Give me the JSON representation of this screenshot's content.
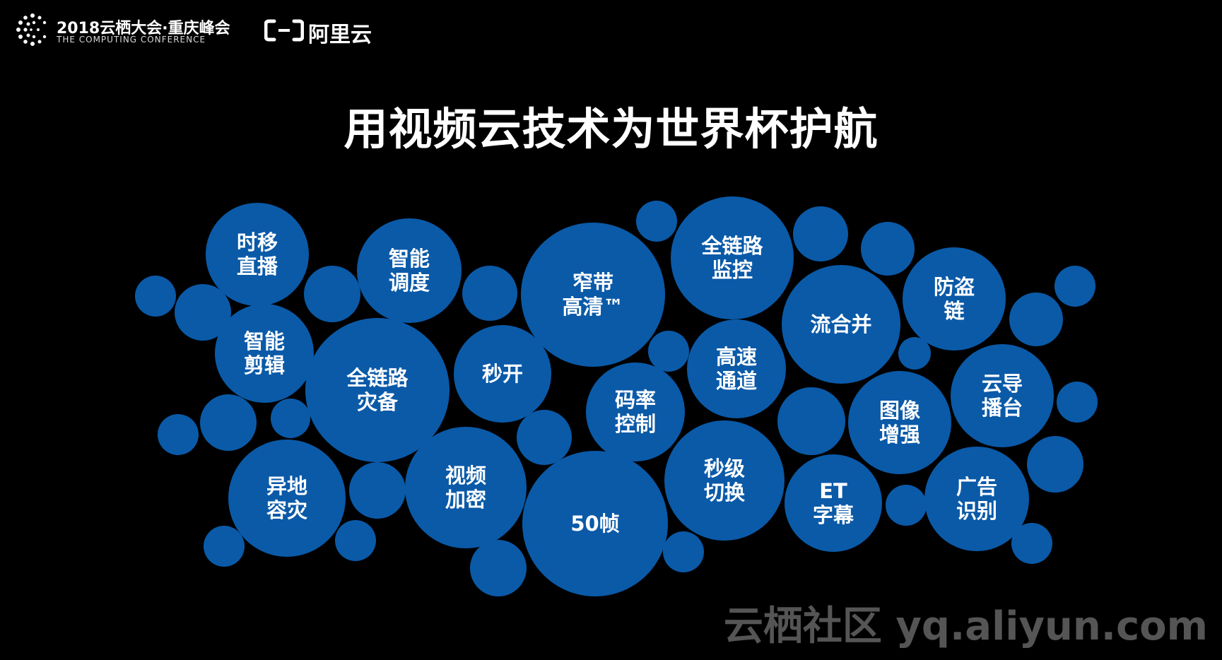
{
  "header": {
    "conference_title": "2018云栖大会·重庆峰会",
    "conference_subtitle": "THE COMPUTING CONFERENCE",
    "brand_name": "阿里云"
  },
  "title": "用视频云技术为世界杯护航",
  "bubbles": [
    {
      "id": "shiyi-zhibo",
      "label": "时移\n直播"
    },
    {
      "id": "zhineng-diaodu",
      "label": "智能\n调度"
    },
    {
      "id": "zhaidai-gaoqing",
      "label": "窄带\n高清™"
    },
    {
      "id": "quanlianlu-jiankong",
      "label": "全链路\n监控"
    },
    {
      "id": "liuhebing",
      "label": "流合并"
    },
    {
      "id": "fangdaolian",
      "label": "防盗\n链"
    },
    {
      "id": "zhineng-jianji",
      "label": "智能\n剪辑"
    },
    {
      "id": "quanlianlu-zaibei",
      "label": "全链路\n灾备"
    },
    {
      "id": "miaokai",
      "label": "秒开"
    },
    {
      "id": "malv-kongzhi",
      "label": "码率\n控制"
    },
    {
      "id": "gaosu-tongdao",
      "label": "高速\n通道"
    },
    {
      "id": "tuxiang-zengqiang",
      "label": "图像\n增强"
    },
    {
      "id": "yundao-botai",
      "label": "云导\n播台"
    },
    {
      "id": "yidi-rongzai",
      "label": "异地\n容灾"
    },
    {
      "id": "shipin-jiami",
      "label": "视频\n加密"
    },
    {
      "id": "50zhen",
      "label": "50帧"
    },
    {
      "id": "miaoji-qiehuan",
      "label": "秒级\n切换"
    },
    {
      "id": "et-zimu",
      "label": "ET\n字幕"
    },
    {
      "id": "guanggao-shibie",
      "label": "广告\n识别"
    }
  ],
  "watermark": "云栖社区 yq.aliyun.com",
  "colors": {
    "background": "#000000",
    "bubble": "#0a5aa8",
    "text": "#ffffff",
    "watermark": "#555555"
  }
}
